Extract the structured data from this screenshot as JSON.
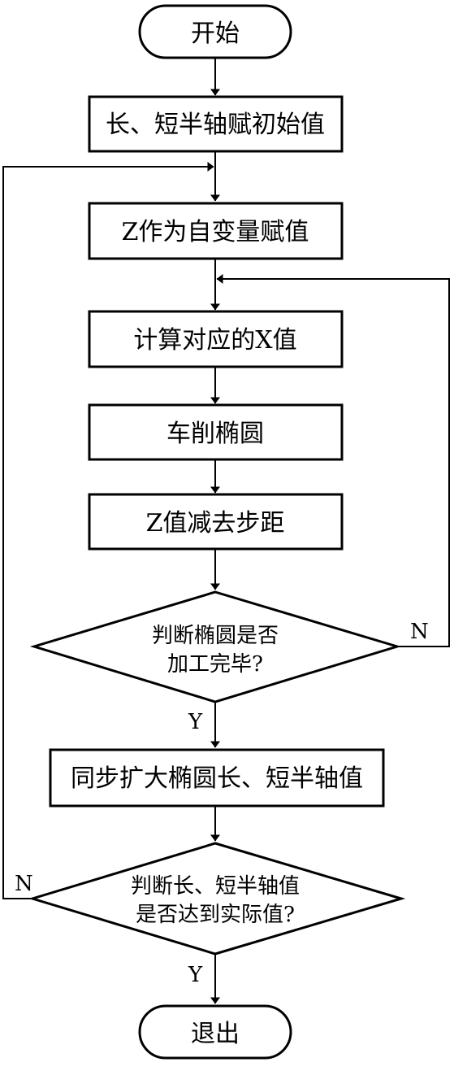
{
  "nodes": {
    "start": "开始",
    "init": "长、短半轴赋初始值",
    "assign_z": "Z作为自变量赋值",
    "calc_x": "计算对应的X值",
    "turn": "车削椭圆",
    "z_step": "Z值减去步距",
    "decision1": {
      "line1": "判断椭圆是否",
      "line2": "加工完毕?"
    },
    "expand": "同步扩大椭圆长、短半轴值",
    "decision2": {
      "line1": "判断长、短半轴值",
      "line2": "是否达到实际值?"
    },
    "end": "退出"
  },
  "labels": {
    "d1_no": "N",
    "d1_yes": "Y",
    "d2_no": "N",
    "d2_yes": "Y"
  }
}
